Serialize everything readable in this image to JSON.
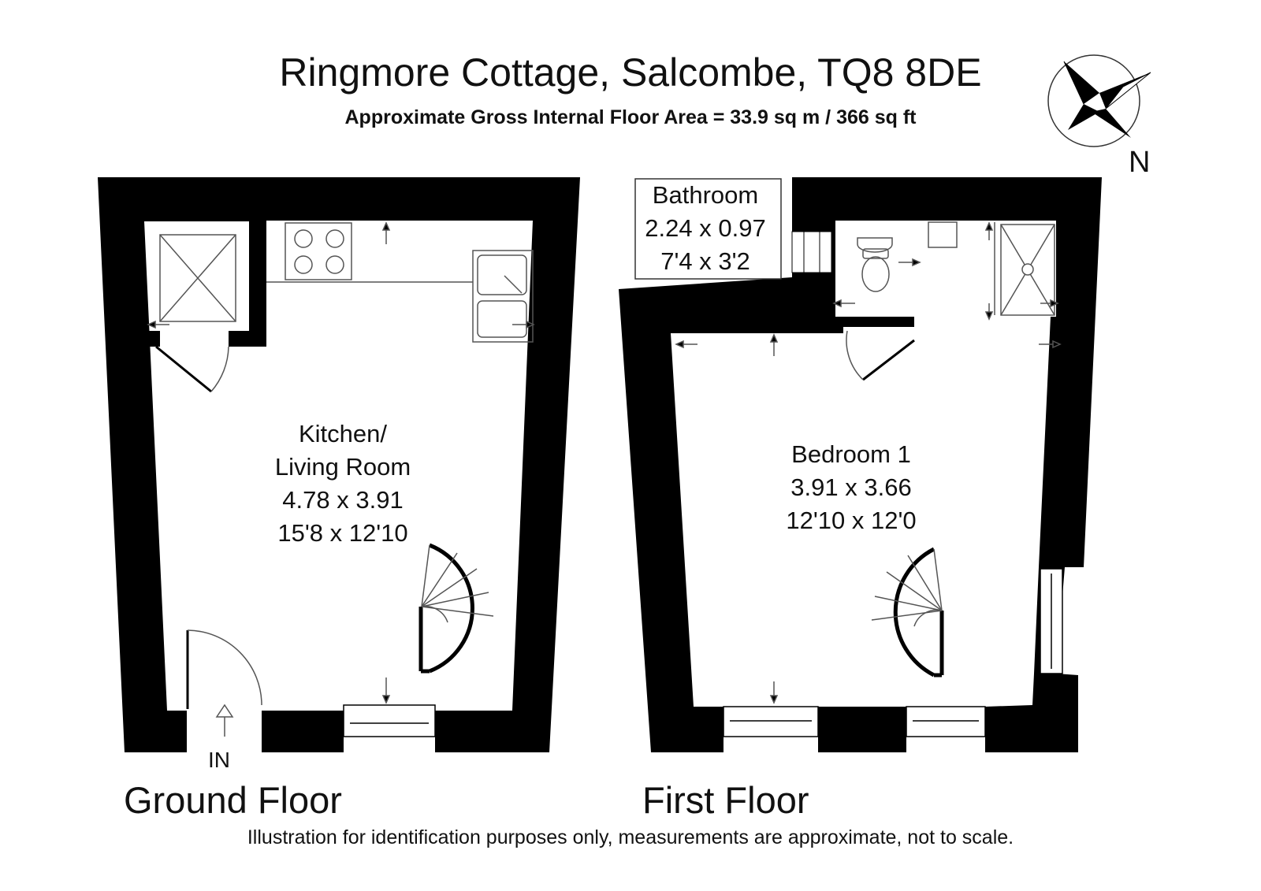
{
  "title": "Ringmore Cottage, Salcombe, TQ8 8DE",
  "subtitle": "Approximate Gross Internal Floor Area  = 33.9 sq m / 366 sq ft",
  "compass": {
    "north_label": "N",
    "icon": "compass-rose-icon"
  },
  "floors": [
    {
      "name": "Ground Floor",
      "entrance_label": "IN",
      "rooms": [
        {
          "name_lines": [
            "Kitchen/",
            "Living Room"
          ],
          "metric": "4.78 x 3.91",
          "imperial": "15'8 x 12'10"
        }
      ]
    },
    {
      "name": "First Floor",
      "rooms": [
        {
          "name": "Bedroom 1",
          "metric": "3.91 x 3.66",
          "imperial": "12'10 x 12'0"
        },
        {
          "name": "Bathroom",
          "metric": "2.24 x 0.97",
          "imperial": "7'4 x 3'2"
        }
      ]
    }
  ],
  "disclaimer": "Illustration for identification purposes only, measurements are approximate, not to scale.",
  "colors": {
    "wall": "#000000",
    "background": "#ffffff",
    "fixture_line": "#555555"
  }
}
